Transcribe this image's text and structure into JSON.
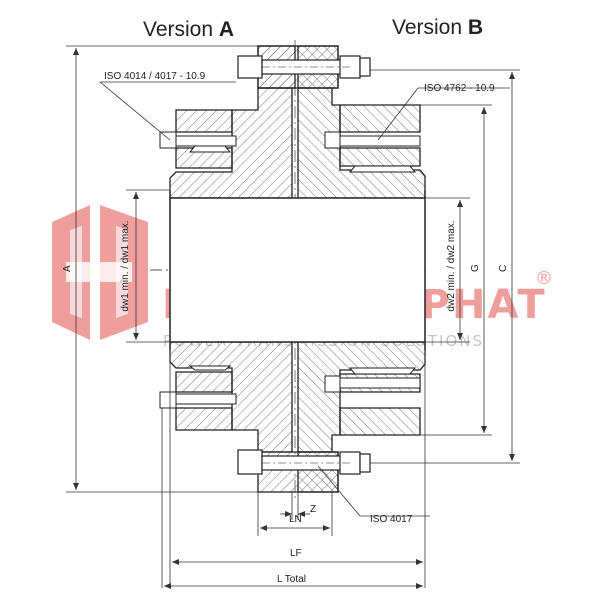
{
  "header": {
    "version_a_prefix": "Version",
    "version_a_letter": "A",
    "version_b_prefix": "Version",
    "version_b_letter": "B"
  },
  "callouts": {
    "iso_a": "ISO 4014 / 4017 - 10.9",
    "iso_b": "ISO 4762 - 10.9",
    "iso_bottom": "ISO 4017"
  },
  "dimensions": {
    "a": "A",
    "c": "C",
    "g": "G",
    "dw1": "dw1 min. / dw1 max.",
    "dw2": "dw2 min. / dw2 max.",
    "z": "Z",
    "ln": "LN",
    "lf": "LF",
    "l_total": "L Total"
  },
  "watermark": {
    "brand": "DAI HONG PHAT",
    "registered": "®",
    "tagline": "POWER TRANSMISSION SOLUTIONS",
    "color": "#e25050"
  },
  "colors": {
    "line": "#222222",
    "hatch": "#555555",
    "dimension": "#333333"
  }
}
